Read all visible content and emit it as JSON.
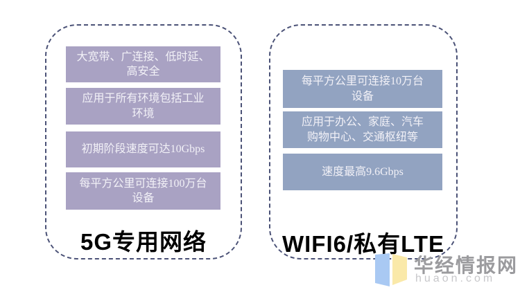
{
  "page": {
    "background": "#ffffff"
  },
  "colors": {
    "panel_border": "#4a5176",
    "box_text": "#f2f1f7",
    "title_text": "#000000"
  },
  "panels": [
    {
      "title": "5G专用网络",
      "box_color": "#a9a2c3",
      "items": [
        "大宽带、广连接、低时延、\n高安全",
        "应用于所有环境包括工业\n环境",
        "初期阶段速度可达10Gbps",
        "每平方公里可连接100万台\n设备"
      ]
    },
    {
      "title": "WIFI6/私有LTE",
      "box_color": "#92a3c1",
      "items": [
        "每平方公里可连接10万台\n设备",
        "应用于办公、家庭、汽车\n购物中心、交通枢纽等",
        "速度最高9.6Gbps"
      ]
    }
  ],
  "watermark": {
    "brand": "华经情报网",
    "domain": "huaon.com",
    "logo_left_color": "#a9c9f3",
    "logo_right_color": "#fae9a9"
  }
}
